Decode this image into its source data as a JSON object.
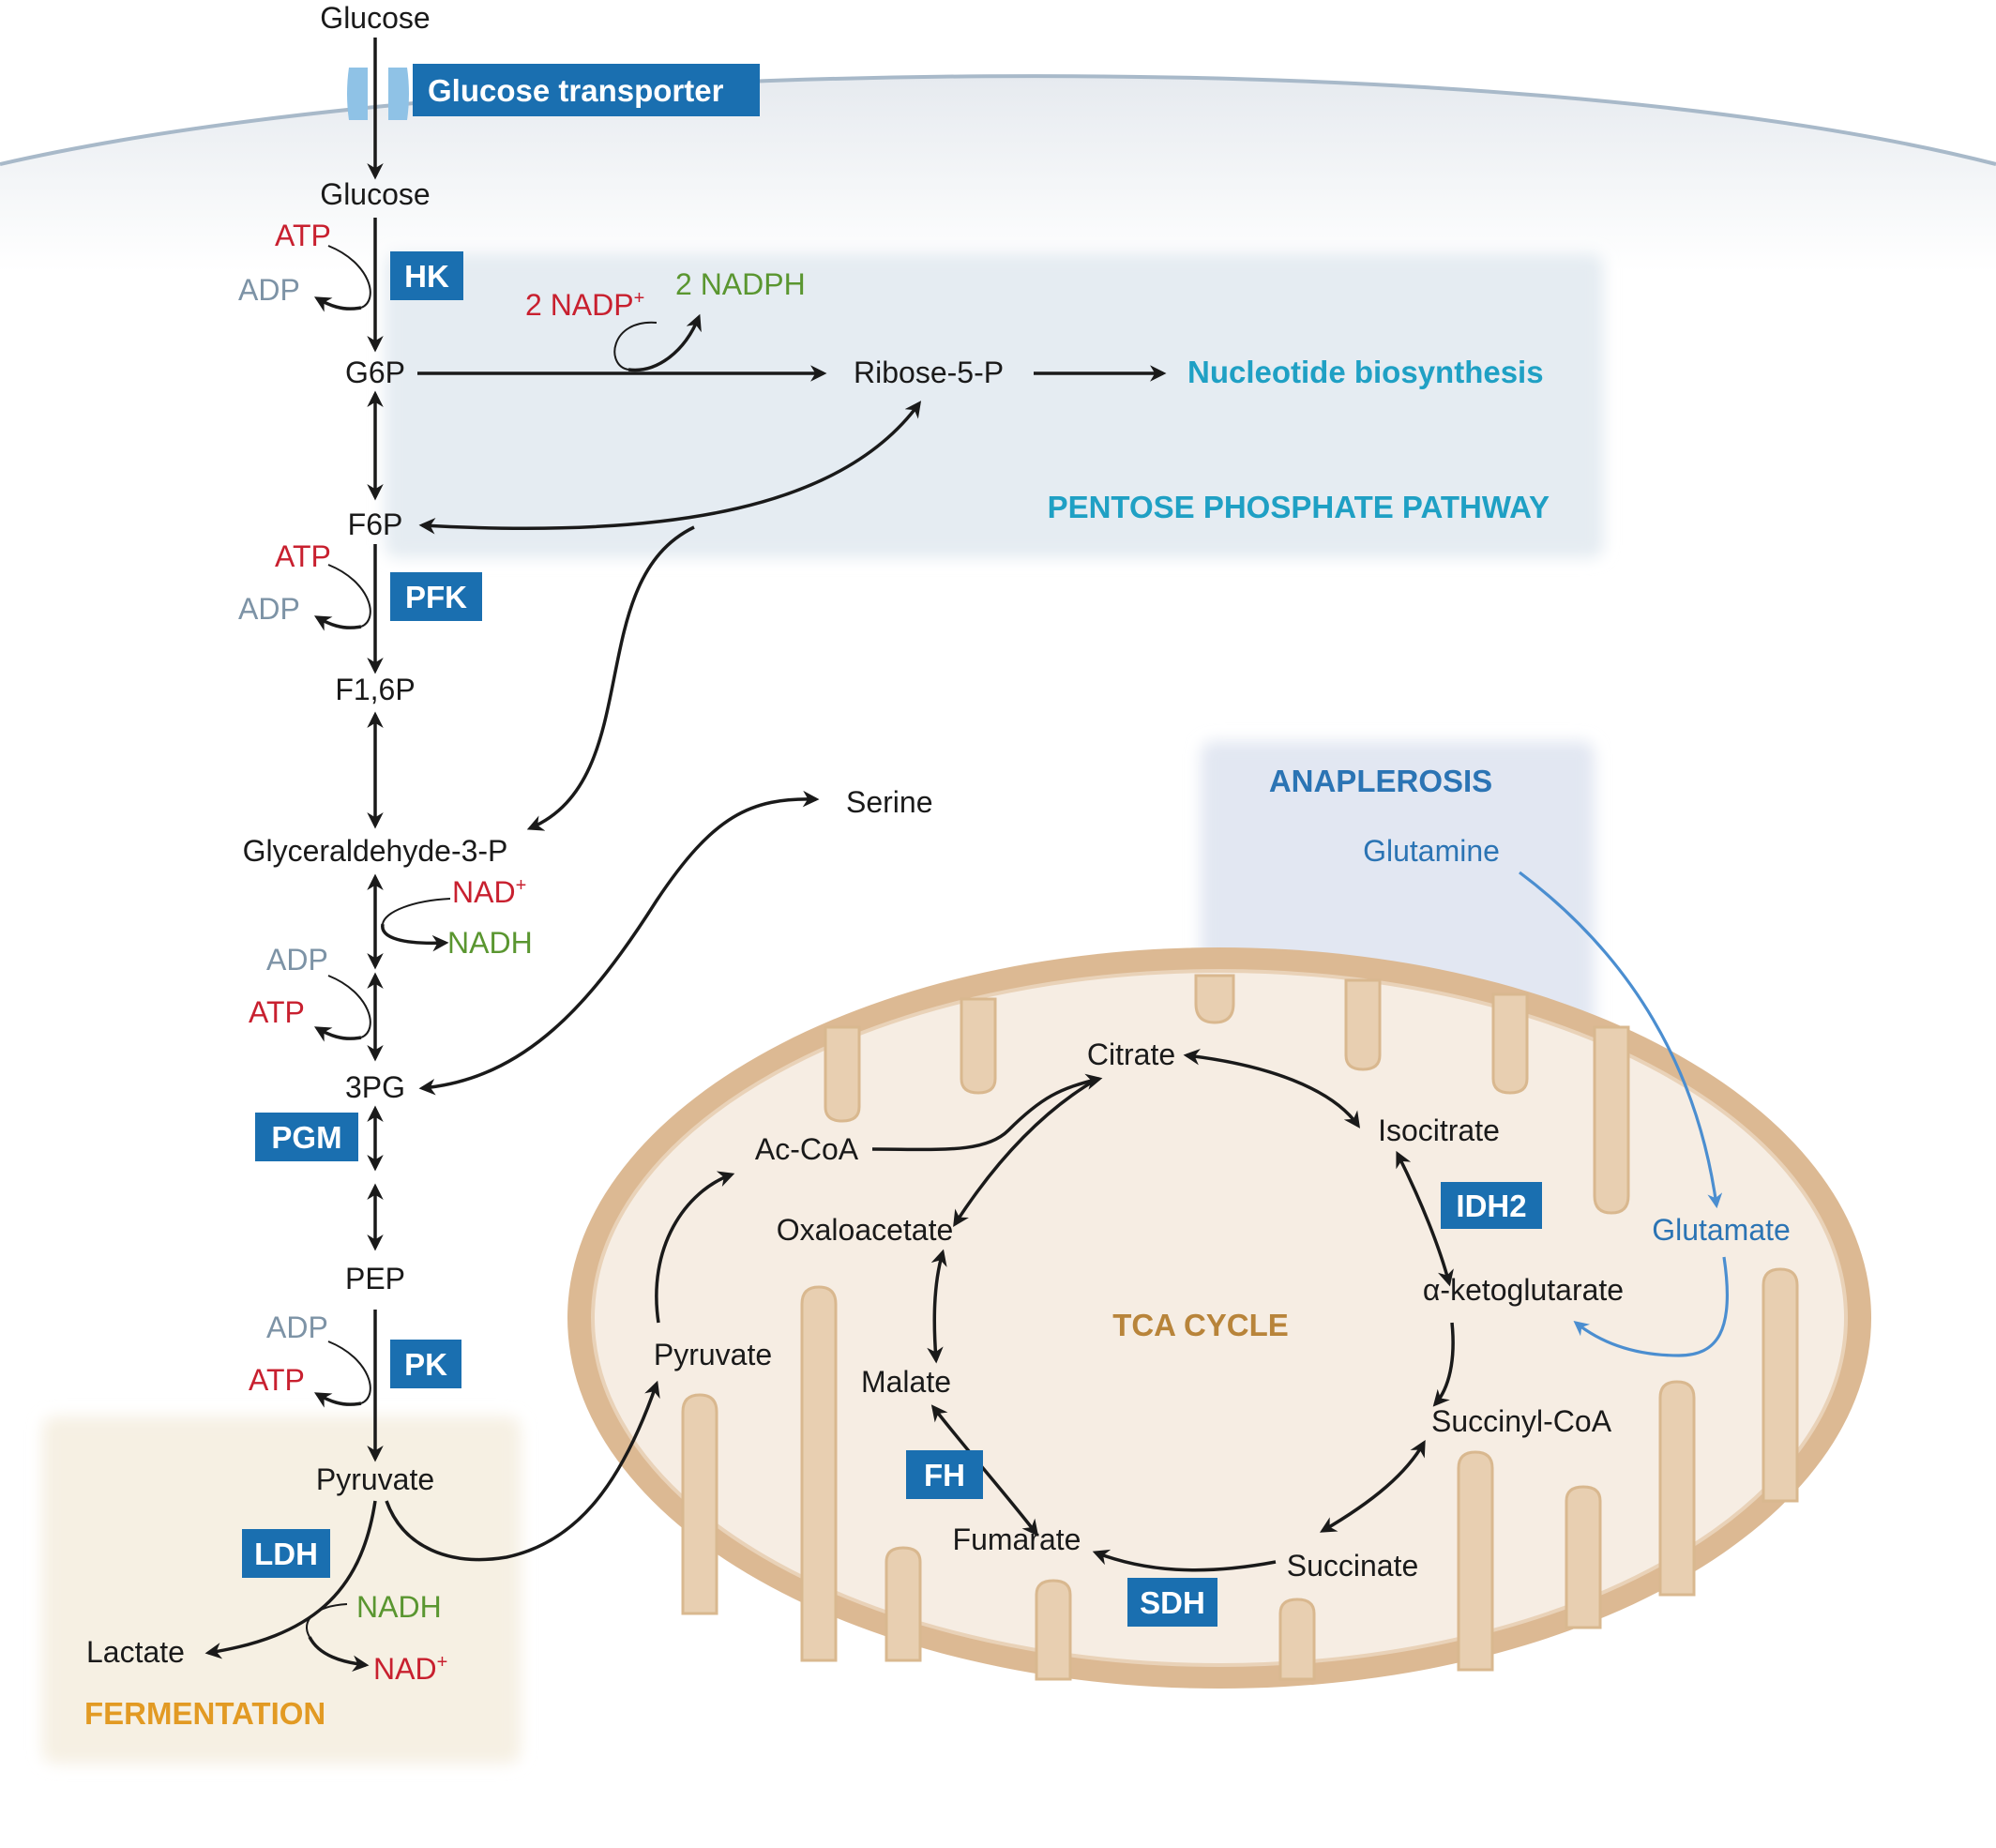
{
  "colors": {
    "enzyme_box": "#1a6fb0",
    "atp": "#c8202f",
    "adp": "#7d93a6",
    "nadph": "#5a9630",
    "pathway_teal": "#1fa0c4",
    "anaplerosis_blue": "#2b74b4",
    "tca_gold": "#b8843a",
    "fermentation_orange": "#e29a23",
    "mitochondrion": "#dcb993"
  },
  "membrane": {
    "glucose_outside": "Glucose",
    "transporter": "Glucose transporter",
    "glucose_inside": "Glucose"
  },
  "glycolysis": {
    "g6p": "G6P",
    "f6p": "F6P",
    "f16p": "F1,6P",
    "gap": "Glyceraldehyde-3-P",
    "pg3": "3PG",
    "pep": "PEP",
    "pyruvate": "Pyruvate",
    "lactate": "Lactate"
  },
  "enzymes": {
    "hk": "HK",
    "pfk": "PFK",
    "pgm": "PGM",
    "pk": "PK",
    "ldh": "LDH",
    "idh2": "IDH2",
    "fh": "FH",
    "sdh": "SDH"
  },
  "cofactors": {
    "hk_atp": "ATP",
    "hk_adp": "ADP",
    "pfk_atp": "ATP",
    "pfk_adp": "ADP",
    "gap_nad": "NAD",
    "gap_nadh": "NADH",
    "pgk_adp": "ADP",
    "pgk_atp": "ATP",
    "pk_adp": "ADP",
    "pk_atp": "ATP",
    "ldh_nadh": "NADH",
    "ldh_nad": "NAD",
    "ppp_nadp": "2 NADP",
    "ppp_nadph": "2 NADPH",
    "plus": "+"
  },
  "ppp": {
    "title": "PENTOSE PHOSPHATE PATHWAY",
    "ribose": "Ribose-5-P",
    "nucleotide": "Nucleotide biosynthesis"
  },
  "serine": "Serine",
  "fermentation": {
    "title": "FERMENTATION"
  },
  "anaplerosis": {
    "title": "ANAPLEROSIS",
    "glutamine": "Glutamine",
    "glutamate": "Glutamate"
  },
  "tca": {
    "title": "TCA CYCLE",
    "pyruvate": "Pyruvate",
    "acoa": "Ac-CoA",
    "citrate": "Citrate",
    "isocitrate": "Isocitrate",
    "akg": "α-ketoglutarate",
    "succoa": "Succinyl-CoA",
    "succinate": "Succinate",
    "fumarate": "Fumarate",
    "malate": "Malate",
    "oxaloacetate": "Oxaloacetate"
  }
}
